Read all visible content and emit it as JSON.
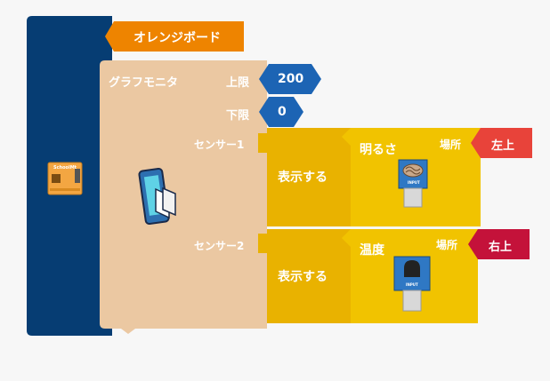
{
  "board": {
    "label": "オレンジボード",
    "chip_text": "SchoolMt"
  },
  "graph_monitor": {
    "title": "グラフモニタ",
    "upper_label": "上限",
    "upper_value": "200",
    "lower_label": "下限",
    "lower_value": "0"
  },
  "sensors": [
    {
      "slot_label": "センサー1",
      "display_label": "表示する",
      "sensor_name": "明るさ",
      "location_label": "場所",
      "location_value": "左上",
      "location_color": "#e8433a",
      "chip_text": "INPUT"
    },
    {
      "slot_label": "センサー2",
      "display_label": "表示する",
      "sensor_name": "温度",
      "location_label": "場所",
      "location_value": "右上",
      "location_color": "#c4123a",
      "chip_text": "INPUT"
    }
  ],
  "colors": {
    "board_block": "#063d73",
    "board_label": "#ee8400",
    "graph_block": "#ebc8a2",
    "value_block": "#1c64b4",
    "display_block": "#e9b200",
    "sensor_block": "#f1c300"
  },
  "icons": [
    "orange-board-icon",
    "smartphone-graph-icon",
    "light-sensor-icon",
    "temperature-sensor-icon"
  ]
}
